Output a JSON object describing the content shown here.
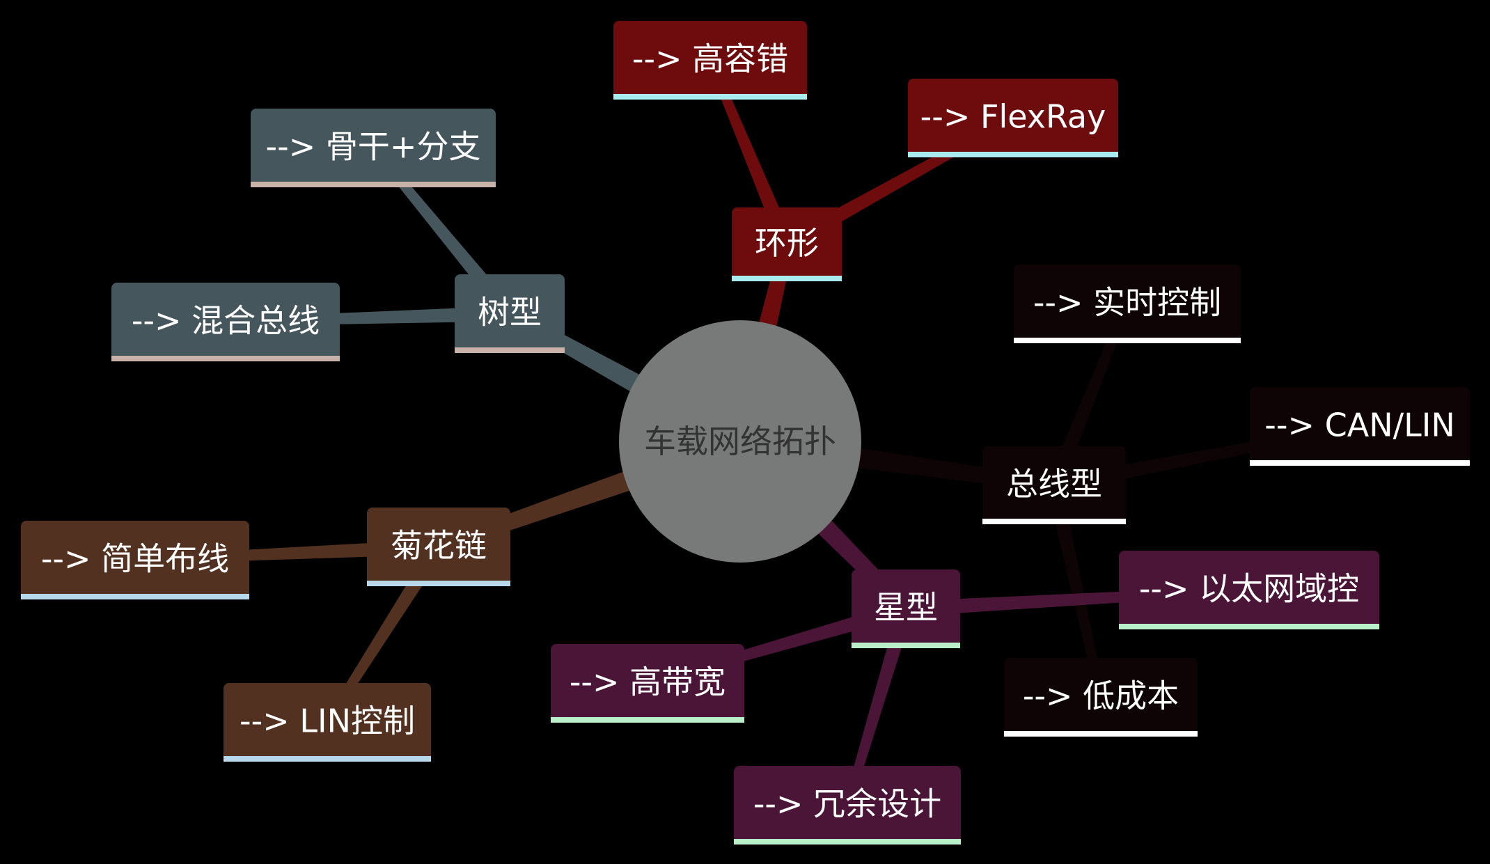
{
  "root": {
    "label": "车载网络拓扑",
    "fill": "#787a79"
  },
  "branches": [
    {
      "id": "ring",
      "label": "环形",
      "color": "#6e0b0d",
      "underline": "#a8ecef",
      "children": [
        {
          "id": "ring-1",
          "label": "--> 高容错"
        },
        {
          "id": "ring-2",
          "label": "--> FlexRay"
        }
      ]
    },
    {
      "id": "bus",
      "label": "总线型",
      "color": "#0f0405",
      "underline": "#ffffff",
      "children": [
        {
          "id": "bus-1",
          "label": "--> 实时控制"
        },
        {
          "id": "bus-2",
          "label": "--> CAN/LIN"
        },
        {
          "id": "bus-3",
          "label": "--> 低成本"
        }
      ]
    },
    {
      "id": "star",
      "label": "星型",
      "color": "#4b1538",
      "underline": "#b9efc9",
      "children": [
        {
          "id": "star-1",
          "label": "--> 以太网域控"
        },
        {
          "id": "star-2",
          "label": "--> 高带宽"
        },
        {
          "id": "star-3",
          "label": "--> 冗余设计"
        }
      ]
    },
    {
      "id": "daisy",
      "label": "菊花链",
      "color": "#523121",
      "underline": "#b8d8ec",
      "children": [
        {
          "id": "daisy-1",
          "label": "--> 简单布线"
        },
        {
          "id": "daisy-2",
          "label": "--> LIN控制"
        }
      ]
    },
    {
      "id": "tree",
      "label": "树型",
      "color": "#45575c",
      "underline": "#c9b2a9",
      "children": [
        {
          "id": "tree-1",
          "label": "--> 骨干+分支"
        },
        {
          "id": "tree-2",
          "label": "--> 混合总线"
        }
      ]
    }
  ]
}
